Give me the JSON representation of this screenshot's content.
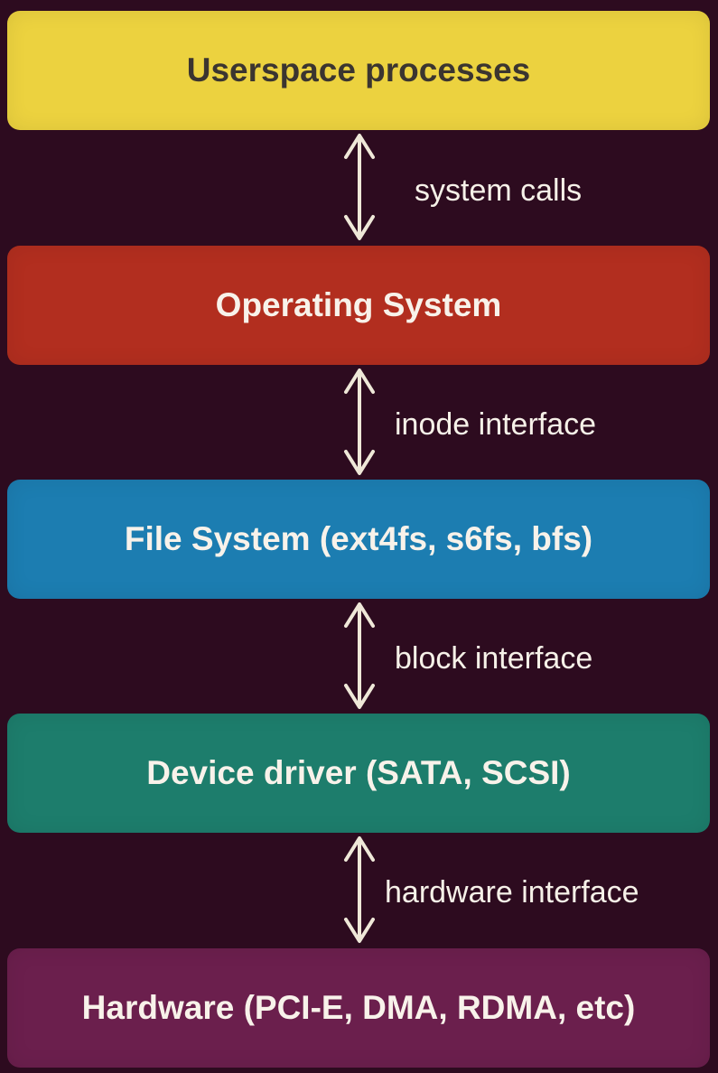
{
  "layers": [
    {
      "label": "Userspace processes",
      "color": "#ecd23f",
      "text_color": "#3b3530"
    },
    {
      "label": "Operating System",
      "color": "#b22e1f",
      "text_color": "#f8f2ea"
    },
    {
      "label": "File System (ext4fs, s6fs, bfs)",
      "color": "#1c7db1",
      "text_color": "#f8f2ea"
    },
    {
      "label": "Device driver (SATA, SCSI)",
      "color": "#1d7d6c",
      "text_color": "#f8f2ea"
    },
    {
      "label": "Hardware (PCI-E, DMA, RDMA, etc)",
      "color": "#6b1f4d",
      "text_color": "#f8f2ea"
    }
  ],
  "interfaces": [
    {
      "label": "system calls"
    },
    {
      "label": "inode interface"
    },
    {
      "label": "block interface"
    },
    {
      "label": "hardware interface"
    }
  ],
  "background_color": "#2d0b1f",
  "arrow_color": "#efe8d8"
}
